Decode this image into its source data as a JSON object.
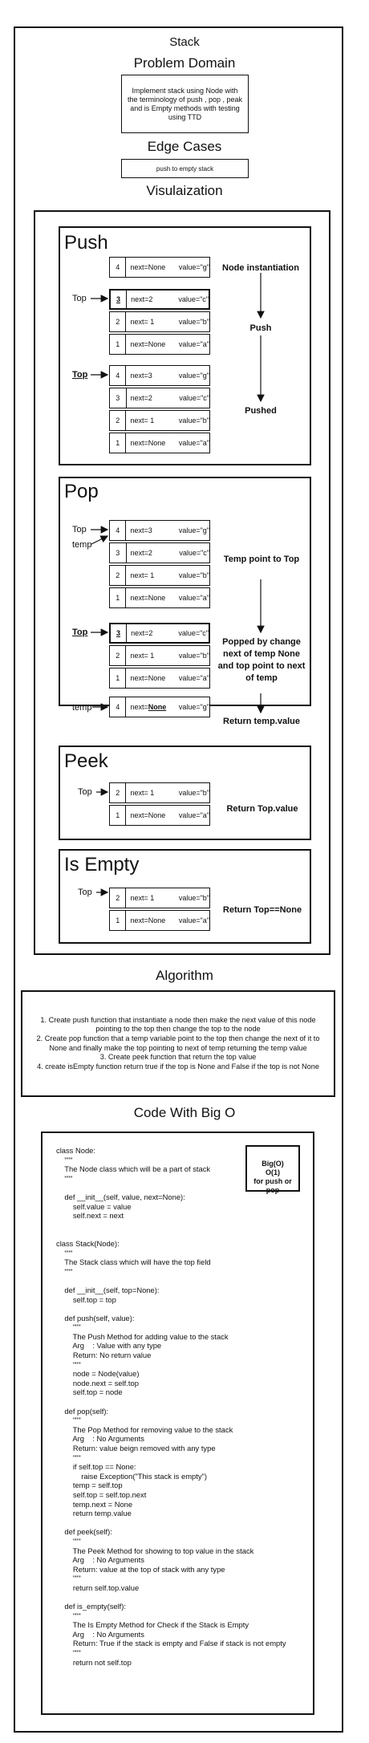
{
  "page_title": "Stack",
  "problem_domain": {
    "title": "Problem Domain",
    "text": "Implement stack using Node with the terminology of push , pop , peak and is Empty methods with testing using TTD"
  },
  "edge_cases": {
    "title": "Edge Cases",
    "text": "push to empty stack"
  },
  "visualization": {
    "title": "Visulaization",
    "push": {
      "title": "Push",
      "new_node": {
        "num": "4",
        "next": "next=None",
        "value": "value=\"g\""
      },
      "stack1": [
        {
          "num": "3",
          "next": "next=2",
          "value": "value=\"c\""
        },
        {
          "num": "2",
          "next": "next= 1",
          "value": "value=\"b\""
        },
        {
          "num": "1",
          "next": "next=None",
          "value": "value=\"a\""
        }
      ],
      "stack2": [
        {
          "num": "4",
          "next": "next=3",
          "value": "value=\"g\""
        },
        {
          "num": "3",
          "next": "next=2",
          "value": "value=\"c\""
        },
        {
          "num": "2",
          "next": "next= 1",
          "value": "value=\"b\""
        },
        {
          "num": "1",
          "next": "next=None",
          "value": "value=\"a\""
        }
      ],
      "top_label": "Top",
      "steps": [
        "Node instantiation",
        "Push",
        "Pushed"
      ]
    },
    "pop": {
      "title": "Pop",
      "stack1": [
        {
          "num": "4",
          "next": "next=3",
          "value": "value=\"g\""
        },
        {
          "num": "3",
          "next": "next=2",
          "value": "value=\"c\""
        },
        {
          "num": "2",
          "next": "next= 1",
          "value": "value=\"b\""
        },
        {
          "num": "1",
          "next": "next=None",
          "value": "value=\"a\""
        }
      ],
      "stack2": [
        {
          "num": "3",
          "next": "next=2",
          "value": "value=\"c\""
        },
        {
          "num": "2",
          "next": "next= 1",
          "value": "value=\"b\""
        },
        {
          "num": "1",
          "next": "next=None",
          "value": "value=\"a\""
        }
      ],
      "popped": {
        "num": "4",
        "next_prefix": "next=",
        "next_val": "None",
        "value": "value=\"g\""
      },
      "top_label": "Top",
      "temp_label": "temp",
      "steps": [
        "Temp point to Top",
        "Popped by change next of temp None and top point to next of temp",
        "Return temp.value"
      ]
    },
    "peek": {
      "title": "Peek",
      "stack": [
        {
          "num": "2",
          "next": "next= 1",
          "value": "value=\"b\""
        },
        {
          "num": "1",
          "next": "next=None",
          "value": "value=\"a\""
        }
      ],
      "top_label": "Top",
      "step": "Return Top.value"
    },
    "is_empty": {
      "title": "Is Empty",
      "stack": [
        {
          "num": "2",
          "next": "next= 1",
          "value": "value=\"b\""
        },
        {
          "num": "1",
          "next": "next=None",
          "value": "value=\"a\""
        }
      ],
      "top_label": "Top",
      "step": "Return Top==None"
    }
  },
  "algorithm": {
    "title": "Algorithm",
    "lines": [
      "1. Create push function that instantiate a node then make the next value of this node pointing to the top then change the top to the node",
      "2. Create pop function that a temp variable point to the top then change the next of it to None and finally make the top pointing to next of temp returning the temp value",
      "3. Create peek function that return the top value",
      "4. create isEmpty function return true if the top is None and False if the top is not None"
    ]
  },
  "code_section": {
    "title": "Code With Big O",
    "big_o": "Big(O)\nO(1)\nfor push or pop",
    "code": "class Node:\n    \"\"\"\n    The Node class which will be a part of stack\n    \"\"\"\n\n    def __init__(self, value, next=None):\n        self.value = value\n        self.next = next\n\n\nclass Stack(Node):\n    \"\"\"\n    The Stack class which will have the top field\n    \"\"\"\n\n    def __init__(self, top=None):\n        self.top = top\n\n    def push(self, value):\n        \"\"\"\n        The Push Method for adding value to the stack\n        Arg    : Value with any type\n        Return: No return value\n        \"\"\"\n        node = Node(value)\n        node.next = self.top\n        self.top = node\n\n    def pop(self):\n        \"\"\"\n        The Pop Method for removing value to the stack\n        Arg    : No Arguments\n        Return: value beign removed with any type\n        \"\"\"\n        if self.top == None:\n            raise Exception(\"This stack is empty\")\n        temp = self.top\n        self.top = self.top.next\n        temp.next = None\n        return temp.value\n\n    def peek(self):\n        \"\"\"\n        The Peek Method for showing to top value in the stack\n        Arg    : No Arguments\n        Return: value at the top of stack with any type\n        \"\"\"\n        return self.top.value\n\n    def is_empty(self):\n        \"\"\"\n        The Is Empty Method for Check if the Stack is Empty\n        Arg    : No Arguments\n        Return: True if the stack is empty and False if stack is not empty\n        \"\"\"\n        return not self.top"
  }
}
